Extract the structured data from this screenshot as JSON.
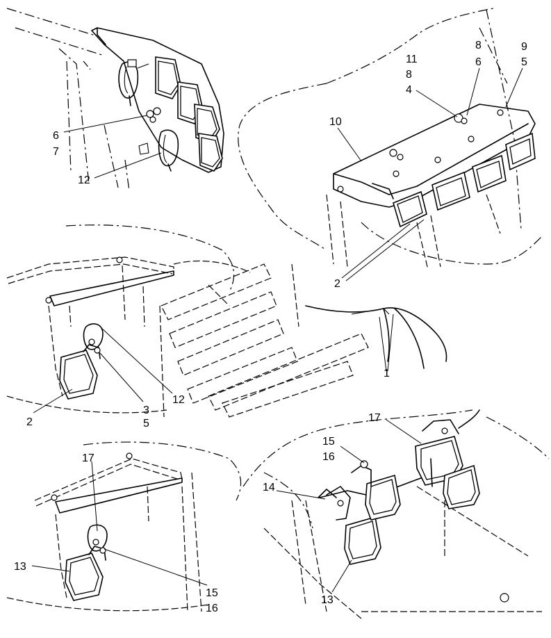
{
  "callouts": {
    "c1": "1",
    "c2a": "2",
    "c2b": "2",
    "c3": "3",
    "c4": "4",
    "c5a": "5",
    "c5b": "5",
    "c6a": "6",
    "c6b": "6",
    "c7": "7",
    "c8a": "8",
    "c8b": "8",
    "c9": "9",
    "c10": "10",
    "c11": "11",
    "c12a": "12",
    "c12b": "12",
    "c13a": "13",
    "c13b": "13",
    "c14": "14",
    "c15a": "15",
    "c15b": "15",
    "c16a": "16",
    "c16b": "16",
    "c17a": "17",
    "c17b": "17"
  }
}
